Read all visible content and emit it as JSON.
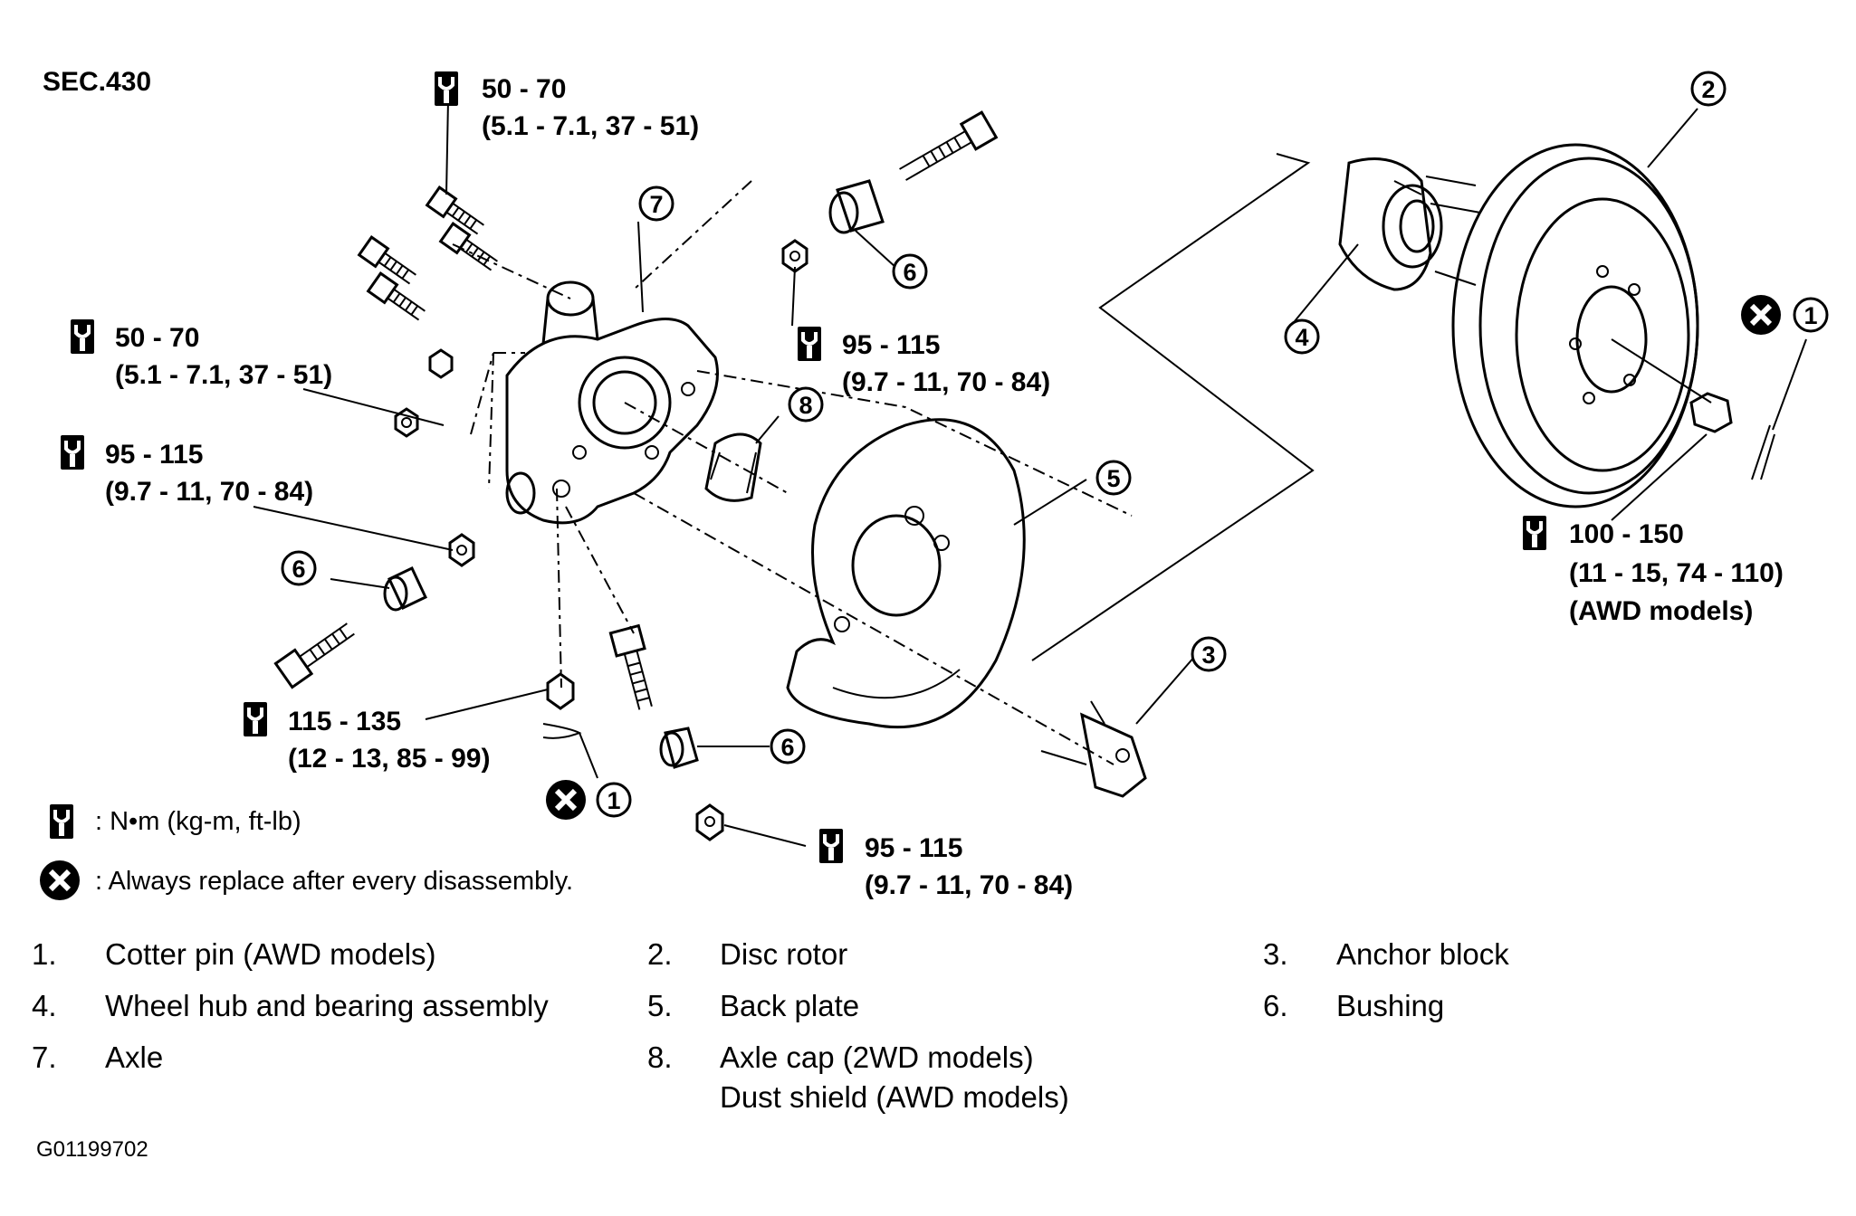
{
  "section": "SEC.430",
  "figure_code": "G01199702",
  "torque_specs": {
    "top": {
      "value": "50 - 70",
      "detail": "(5.1 - 7.1, 37 - 51)"
    },
    "upper_left": {
      "value": "50 - 70",
      "detail": "(5.1 - 7.1, 37 - 51)"
    },
    "mid_left": {
      "value": "95 - 115",
      "detail": "(9.7 - 11, 70 - 84)"
    },
    "center": {
      "value": "95 - 115",
      "detail": "(9.7 - 11, 70 - 84)"
    },
    "lower_left": {
      "value": "115 - 135",
      "detail": "(12 - 13, 85 - 99)"
    },
    "bottom": {
      "value": "95 - 115",
      "detail": "(9.7 - 11, 70 - 84)"
    },
    "right": {
      "value": "100 - 150",
      "detail": "(11 - 15, 74 - 110)",
      "note": "(AWD models)"
    }
  },
  "symbols": {
    "torque_legend": ": N•m  (kg-m,  ft-lb)",
    "replace_legend": ": Always replace after every disassembly."
  },
  "callouts": [
    "1",
    "2",
    "3",
    "4",
    "5",
    "6",
    "7",
    "8"
  ],
  "legend": [
    {
      "num": "1.",
      "label": "Cotter pin (AWD models)"
    },
    {
      "num": "2.",
      "label": "Disc rotor"
    },
    {
      "num": "3.",
      "label": "Anchor block"
    },
    {
      "num": "4.",
      "label": "Wheel hub and bearing assembly"
    },
    {
      "num": "5.",
      "label": "Back plate"
    },
    {
      "num": "6.",
      "label": "Bushing"
    },
    {
      "num": "7.",
      "label": "Axle"
    },
    {
      "num": "8.",
      "label": "Axle cap (2WD models)",
      "label2": "Dust shield (AWD models)"
    }
  ]
}
